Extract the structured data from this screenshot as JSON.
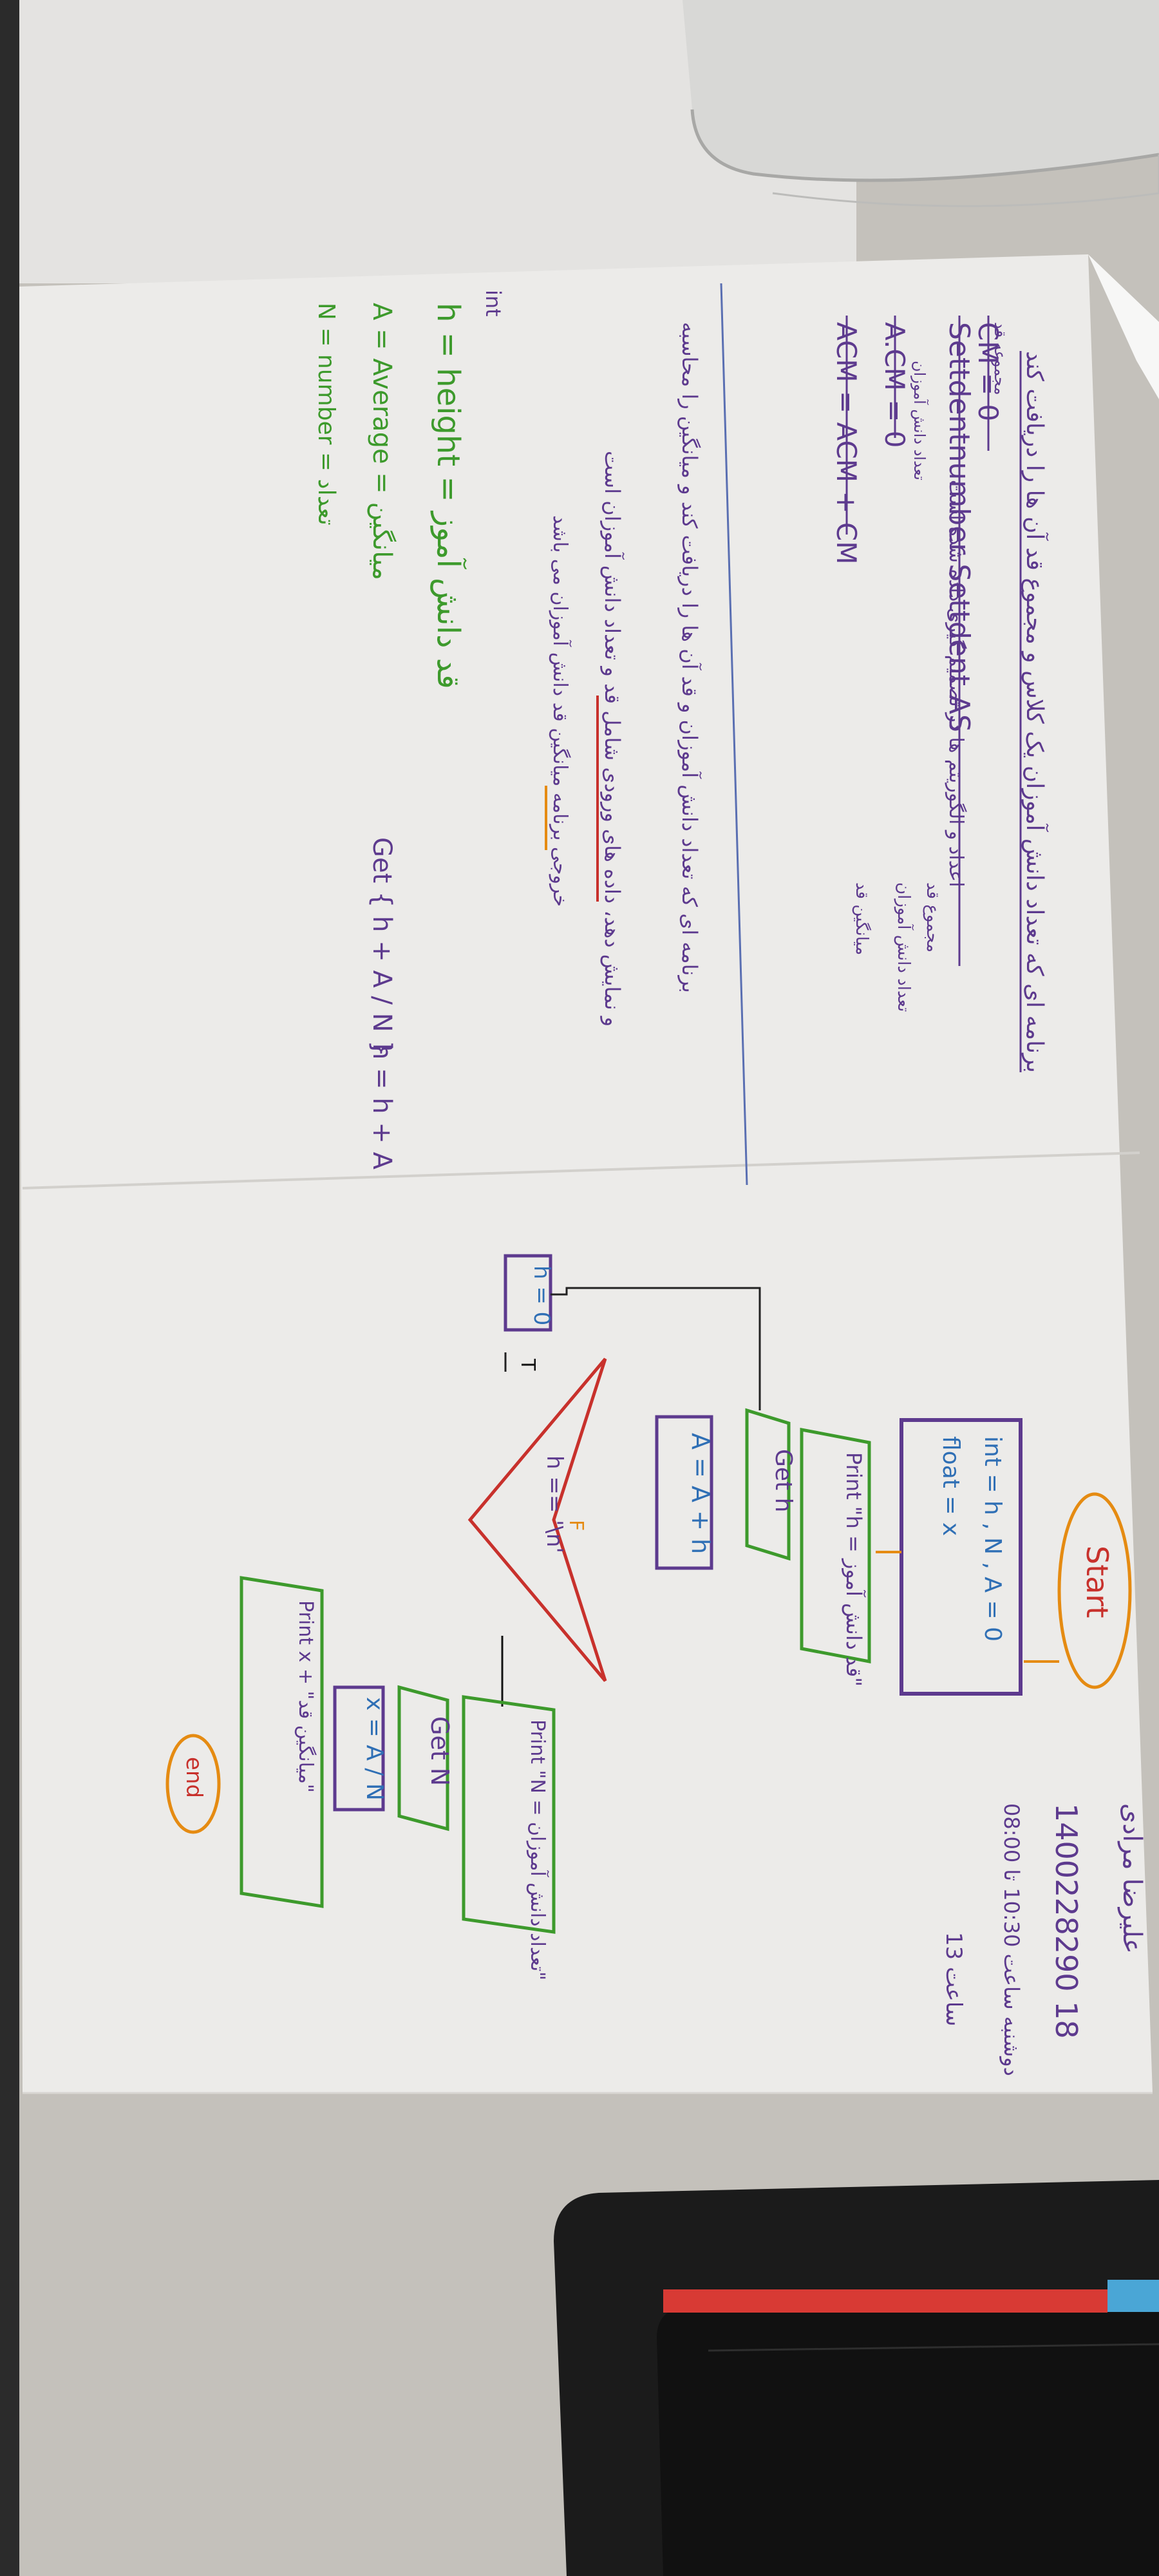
{
  "left_page": {
    "header_lines": [
      "برنامه ای که تعداد دانش آموزان یک کلاس و مجموع قد آن ها را دریافت کند",
      "اعداد و الگوریتم ها در تصمیم گیری داده شده است"
    ],
    "notes": [
      "مجموعه قد",
      "تعداد دانش آموزان",
      "مجموع قد",
      "تعداد دانش آموزان",
      "میانگین قد"
    ],
    "code_lines": [
      "CM = 0",
      "Settdentnumber Settdent AS",
      "A.CM = 0",
      "ACM = ACM + CM"
    ],
    "paragraph_lines": [
      "برنامه ای که تعداد دانش آموزان و قد آن ها را دریافت کند و میانگین را محاسبه",
      "و نمایش دهد، داده های ورودی شامل قد و تعداد دانش آموزان است",
      "خروجی برنامه میانگین قد دانش آموزان می باشد"
    ],
    "variables": {
      "type": "int",
      "lines": [
        "h = height = قد دانش آموز",
        "A = Average = میانگین",
        "N = number = تعداد"
      ]
    },
    "loop_text": [
      "Get { h + A / N }",
      "h = h + A"
    ]
  },
  "flowchart": {
    "start": "Start",
    "declare_line1": "int = h , N , A = 0",
    "declare_line2": "float = x",
    "print_h": "Print \"h = قد دانش آموز\"",
    "get_h": "Get h",
    "assign_a": "A = A + h",
    "decision": "h == '\\n'",
    "f_label": "F",
    "t_label": "T",
    "reset_h": "h = 0",
    "print_n": "Print \"N = تعداد دانش آموزان\"",
    "get_n": "Get N",
    "assign_x": "x = A / N",
    "print_x": "Print x + \"میانگین قد\"",
    "end": "end"
  },
  "student": {
    "name": "علیرضا مرادی",
    "id": "1400228290 18",
    "time": "دوشنبه ساعت 10:30 تا 08:00",
    "session": "ساعت 13"
  },
  "colors": {
    "paper": "#ecebe9",
    "purple_ink": "#5d3a8e",
    "green_ink": "#3d9a2c",
    "orange_ink": "#e58b12",
    "red_ink": "#c8312c",
    "blue_ink": "#2f6fb5",
    "laptop": "#d6d6d4",
    "wallet": "#1b1b1b"
  }
}
